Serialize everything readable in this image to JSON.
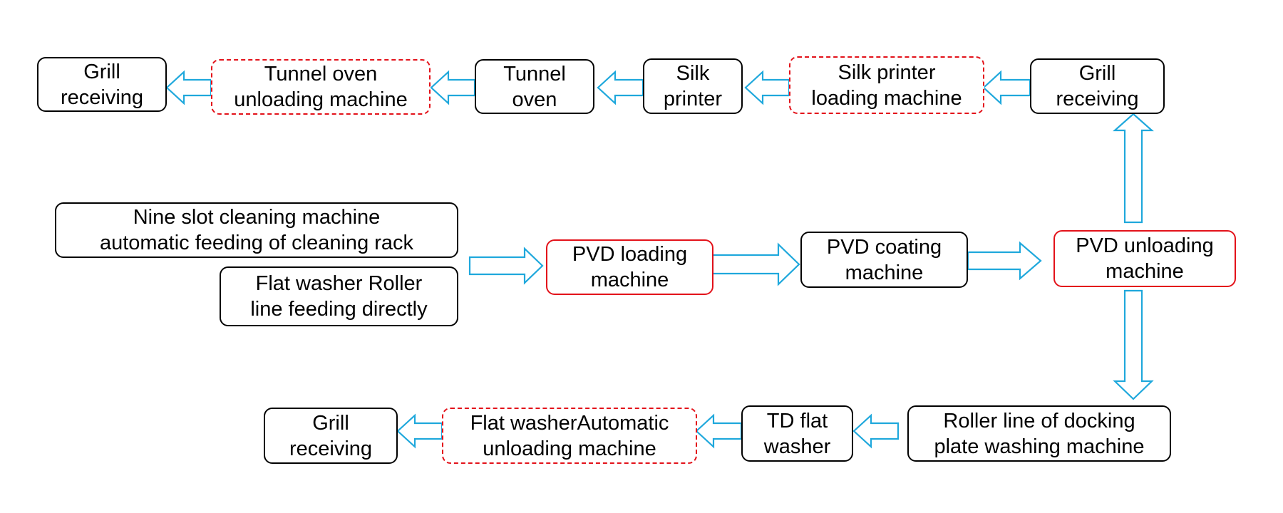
{
  "colors": {
    "box_border": "#000000",
    "highlight_border": "#e3121a",
    "arrow_stroke": "#1fa8dc",
    "background": "#ffffff"
  },
  "nodes": {
    "grill_receiving_top_left": "Grill\nreceiving",
    "tunnel_oven_unloading": "Tunnel oven\nunloading machine",
    "tunnel_oven": "Tunnel\noven",
    "silk_printer": "Silk\nprinter",
    "silk_printer_loading": "Silk printer\nloading machine",
    "grill_receiving_top_right": "Grill\nreceiving",
    "nine_slot_cleaning": "Nine slot cleaning machine\nautomatic feeding of cleaning rack",
    "flat_washer_roller": "Flat washer Roller\nline feeding directly",
    "pvd_loading": "PVD loading\nmachine",
    "pvd_coating": "PVD coating\nmachine",
    "pvd_unloading": "PVD unloading\nmachine",
    "roller_line_docking": "Roller line of docking\nplate washing machine",
    "td_flat_washer": "TD flat\nwasher",
    "flat_washer_auto_unloading": "Flat washerAutomatic\nunloading machine",
    "grill_receiving_bottom": "Grill\nreceiving"
  },
  "edges": [
    {
      "from": "nine_slot_cleaning",
      "to": "pvd_loading"
    },
    {
      "from": "flat_washer_roller",
      "to": "pvd_loading"
    },
    {
      "from": "pvd_loading",
      "to": "pvd_coating"
    },
    {
      "from": "pvd_coating",
      "to": "pvd_unloading"
    },
    {
      "from": "pvd_unloading",
      "to": "grill_receiving_top_right"
    },
    {
      "from": "grill_receiving_top_right",
      "to": "silk_printer_loading"
    },
    {
      "from": "silk_printer_loading",
      "to": "silk_printer"
    },
    {
      "from": "silk_printer",
      "to": "tunnel_oven"
    },
    {
      "from": "tunnel_oven",
      "to": "tunnel_oven_unloading"
    },
    {
      "from": "tunnel_oven_unloading",
      "to": "grill_receiving_top_left"
    },
    {
      "from": "pvd_unloading",
      "to": "roller_line_docking"
    },
    {
      "from": "roller_line_docking",
      "to": "td_flat_washer"
    },
    {
      "from": "td_flat_washer",
      "to": "flat_washer_auto_unloading"
    },
    {
      "from": "flat_washer_auto_unloading",
      "to": "grill_receiving_bottom"
    }
  ]
}
